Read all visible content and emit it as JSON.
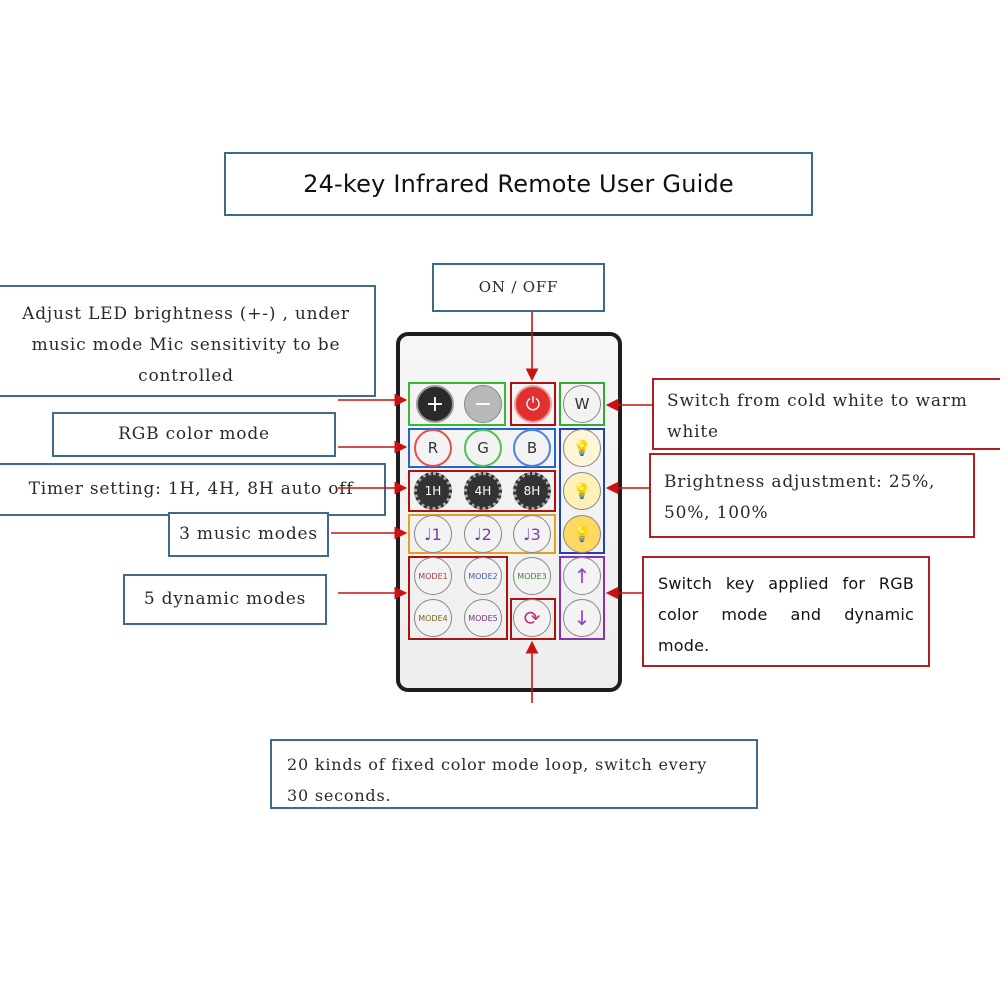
{
  "title": "24-key Infrared Remote User Guide",
  "labels": {
    "on_off": "ON / OFF",
    "brightness_line1": "Adjust LED brightness (+-) , under",
    "brightness_line2": "music mode Mic sensitivity to be",
    "brightness_line3": "controlled",
    "rgb_mode": "RGB color mode",
    "timer": "Timer setting: 1H, 4H, 8H auto off",
    "music_modes": "3 music modes",
    "dynamic_modes": "5 dynamic modes",
    "cold_warm_line1": "Switch from cold white to warm",
    "cold_warm_line2": "white",
    "brightness_adj_line1": "Brightness adjustment: 25%,",
    "brightness_adj_line2": "50%, 100%",
    "switch_key_line1": "Switch key applied for RGB",
    "switch_key_line2": "color mode and dynamic",
    "switch_key_line3": "mode.",
    "loop_line1": "20 kinds of fixed color mode loop,  switch every",
    "loop_line2": "30 seconds."
  },
  "keys": {
    "plus": "+",
    "minus": "−",
    "power": "⏻",
    "w": "W",
    "r": "R",
    "g": "G",
    "b": "B",
    "t1": "1H",
    "t4": "4H",
    "t8": "8H",
    "m1": "♩1",
    "m2": "♩2",
    "m3": "♩3",
    "mode1": "MODE1",
    "mode2": "MODE2",
    "mode3": "MODE3",
    "mode4": "MODE4",
    "mode5": "MODE5",
    "loop": "⟳",
    "up": "↑",
    "down": "↓",
    "bulb": "💡"
  },
  "colors": {
    "blue_border": "#3f6a8a",
    "red_border": "#b02020",
    "arrow": "#cc1111",
    "green_group": "#33bb33",
    "blue_group": "#2266cc",
    "red_group": "#aa1111",
    "orange_group": "#e0a020",
    "purple_group": "#8833aa"
  }
}
